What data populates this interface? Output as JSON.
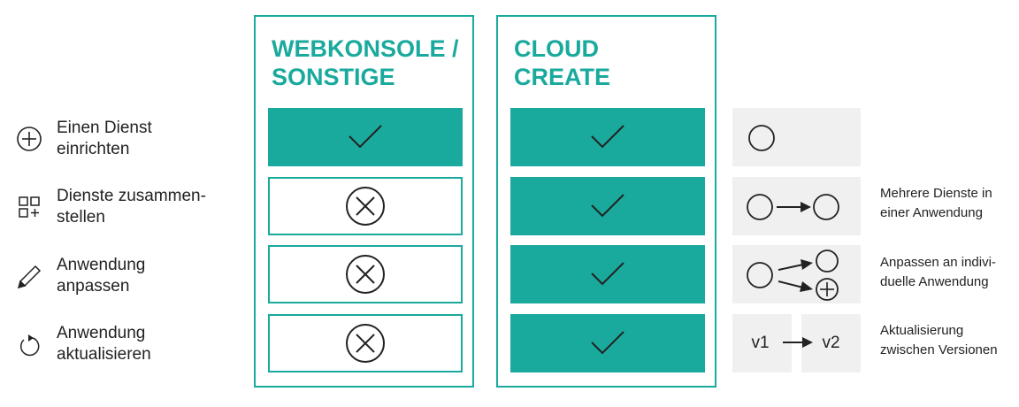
{
  "features": [
    {
      "label_line1": "Einen Dienst",
      "label_line2": "einrichten",
      "icon": "plus-circle-icon"
    },
    {
      "label_line1": "Dienste zusammen-",
      "label_line2": "stellen",
      "icon": "grid-add-icon"
    },
    {
      "label_line1": "Anwendung",
      "label_line2": "anpassen",
      "icon": "pencil-icon"
    },
    {
      "label_line1": "Anwendung",
      "label_line2": "aktualisieren",
      "icon": "refresh-icon"
    }
  ],
  "columns": [
    {
      "title_line1": "WEBKONSOLE /",
      "title_line2": "SONSTIGE",
      "support": [
        "yes",
        "no",
        "no",
        "no"
      ]
    },
    {
      "title_line1": "CLOUD",
      "title_line2": "CREATE",
      "support": [
        "yes",
        "yes",
        "yes",
        "yes"
      ]
    }
  ],
  "diagrams": [
    {
      "type": "single-service",
      "note_line1": "",
      "note_line2": ""
    },
    {
      "type": "service-chain",
      "note_line1": "Mehrere Dienste in",
      "note_line2": "einer Anwendung"
    },
    {
      "type": "customize",
      "note_line1": "Anpassen an indivi-",
      "note_line2": "duelle Anwendung"
    },
    {
      "type": "version-update",
      "note_line1": "Aktualisierung",
      "note_line2": "zwischen Versionen",
      "from": "v1",
      "to": "v2"
    }
  ],
  "colors": {
    "accent": "#1aaa9d",
    "diagram_bg": "#f0f0f0",
    "text": "#222222"
  }
}
